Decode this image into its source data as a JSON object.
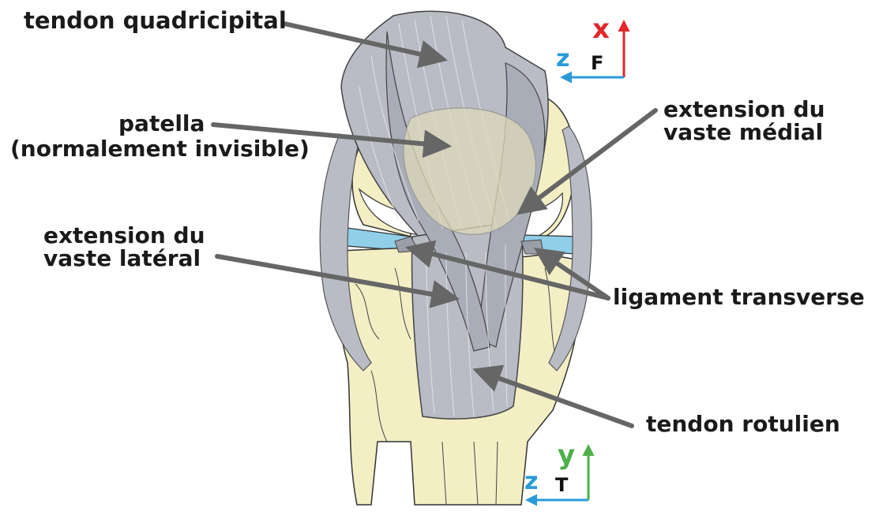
{
  "labels": {
    "tendon_quadricipital": "tendon quadricipital",
    "patella_line1": "patella",
    "patella_line2": "(normalement invisible)",
    "ext_vaste_lateral_line1": "extension du",
    "ext_vaste_lateral_line2": "vaste latéral",
    "ext_vaste_medial_line1": "extension du",
    "ext_vaste_medial_line2": "vaste médial",
    "ligament_transverse": "ligament transverse",
    "tendon_rotulien": "tendon rotulien"
  },
  "axes_top": {
    "x": "x",
    "z": "z",
    "view": "F"
  },
  "axes_bottom": {
    "y": "y",
    "z": "z",
    "view": "T"
  },
  "colors": {
    "bone": "#f3eec4",
    "tendon": "#b9bcc5",
    "tendon_dark": "#9a9ea8",
    "meniscus": "#8fcfe8",
    "patella": "#ddd9b8",
    "arrow": "#666666",
    "x_axis": "#e2262b",
    "y_axis": "#4db04a",
    "z_axis": "#2a9bd8"
  }
}
